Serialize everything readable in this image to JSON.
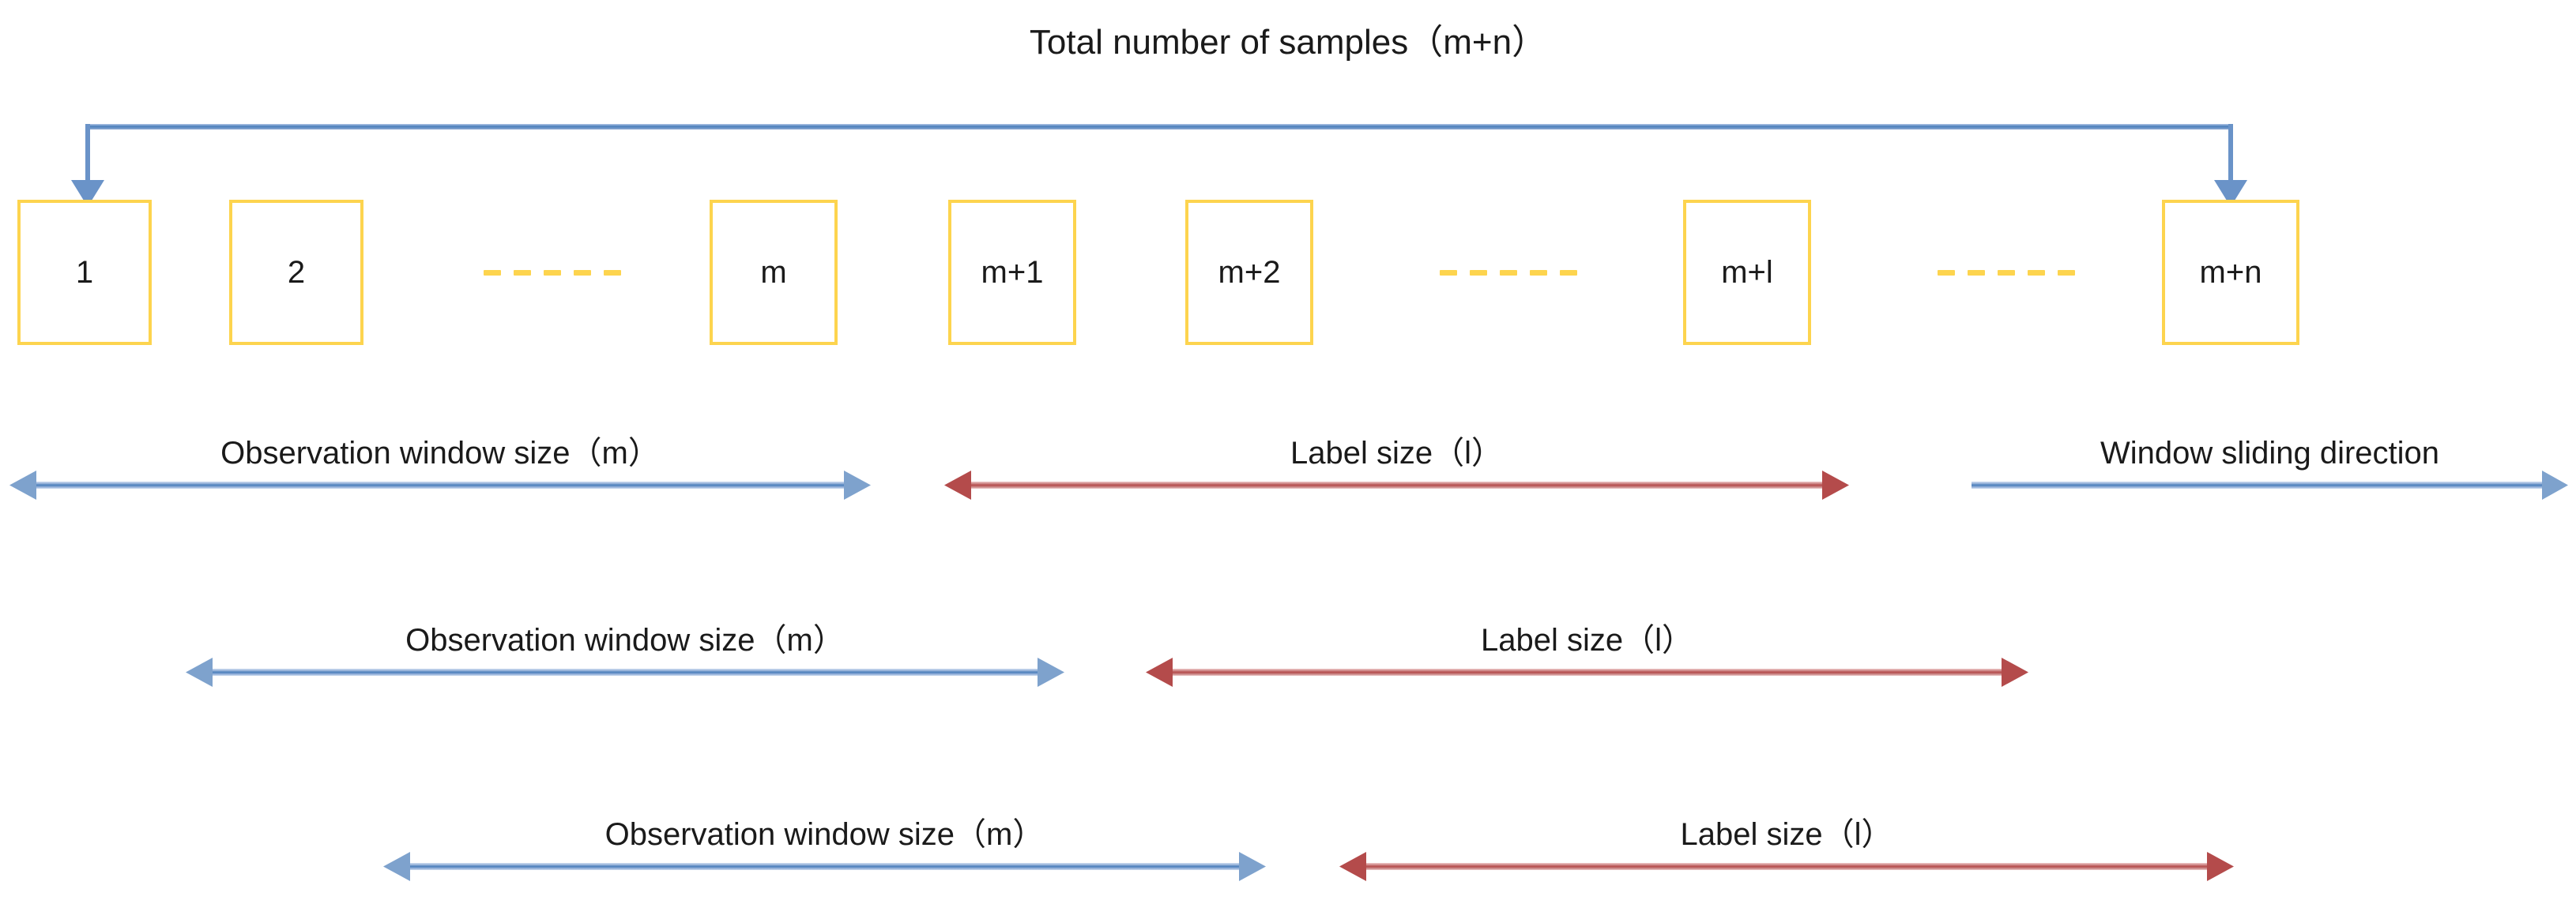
{
  "diagram": {
    "title": "Total number of samples（m+n）",
    "colors": {
      "box_border": "#fdd44e",
      "dash": "#fdd44e",
      "blue_arrow": "#4a7ebb",
      "blue_arrow_light": "#b3c7e6",
      "red_arrow": "#b44b4b",
      "red_arrow_light": "#e8bcbc",
      "text": "#1a1a1a",
      "background": "#ffffff"
    },
    "top_bracket": {
      "name": "total-samples-bracket",
      "left_arrow_target": "box-1",
      "right_arrow_target": "box-m-plus-n"
    },
    "boxes": [
      {
        "id": "box-1",
        "label": "1"
      },
      {
        "id": "box-2",
        "label": "2"
      },
      {
        "id": "box-m",
        "label": "m"
      },
      {
        "id": "box-m-plus-1",
        "label": "m+1"
      },
      {
        "id": "box-m-plus-2",
        "label": "m+2"
      },
      {
        "id": "box-m-plus-l",
        "label": "m+l"
      },
      {
        "id": "box-m-plus-n",
        "label": "m+n"
      }
    ],
    "ellipses": [
      {
        "id": "ellipsis-1",
        "dash_count": 5
      },
      {
        "id": "ellipsis-2",
        "dash_count": 5
      },
      {
        "id": "ellipsis-3",
        "dash_count": 5
      }
    ],
    "rows": [
      {
        "id": "row-1",
        "measures": [
          {
            "id": "r1-observation-window",
            "label": "Observation window size（m）",
            "color": "blue",
            "heads": "both"
          },
          {
            "id": "r1-label-size",
            "label": "Label size（l）",
            "color": "red",
            "heads": "both"
          },
          {
            "id": "r1-sliding-direction",
            "label": "Window sliding direction",
            "color": "blue",
            "heads": "right"
          }
        ]
      },
      {
        "id": "row-2",
        "measures": [
          {
            "id": "r2-observation-window",
            "label": "Observation window size（m）",
            "color": "blue",
            "heads": "both"
          },
          {
            "id": "r2-label-size",
            "label": "Label size（l）",
            "color": "red",
            "heads": "both"
          }
        ]
      },
      {
        "id": "row-3",
        "measures": [
          {
            "id": "r3-observation-window",
            "label": "Observation window size（m）",
            "color": "blue",
            "heads": "both"
          },
          {
            "id": "r3-label-size",
            "label": "Label size（l）",
            "color": "red",
            "heads": "both"
          }
        ]
      }
    ]
  }
}
